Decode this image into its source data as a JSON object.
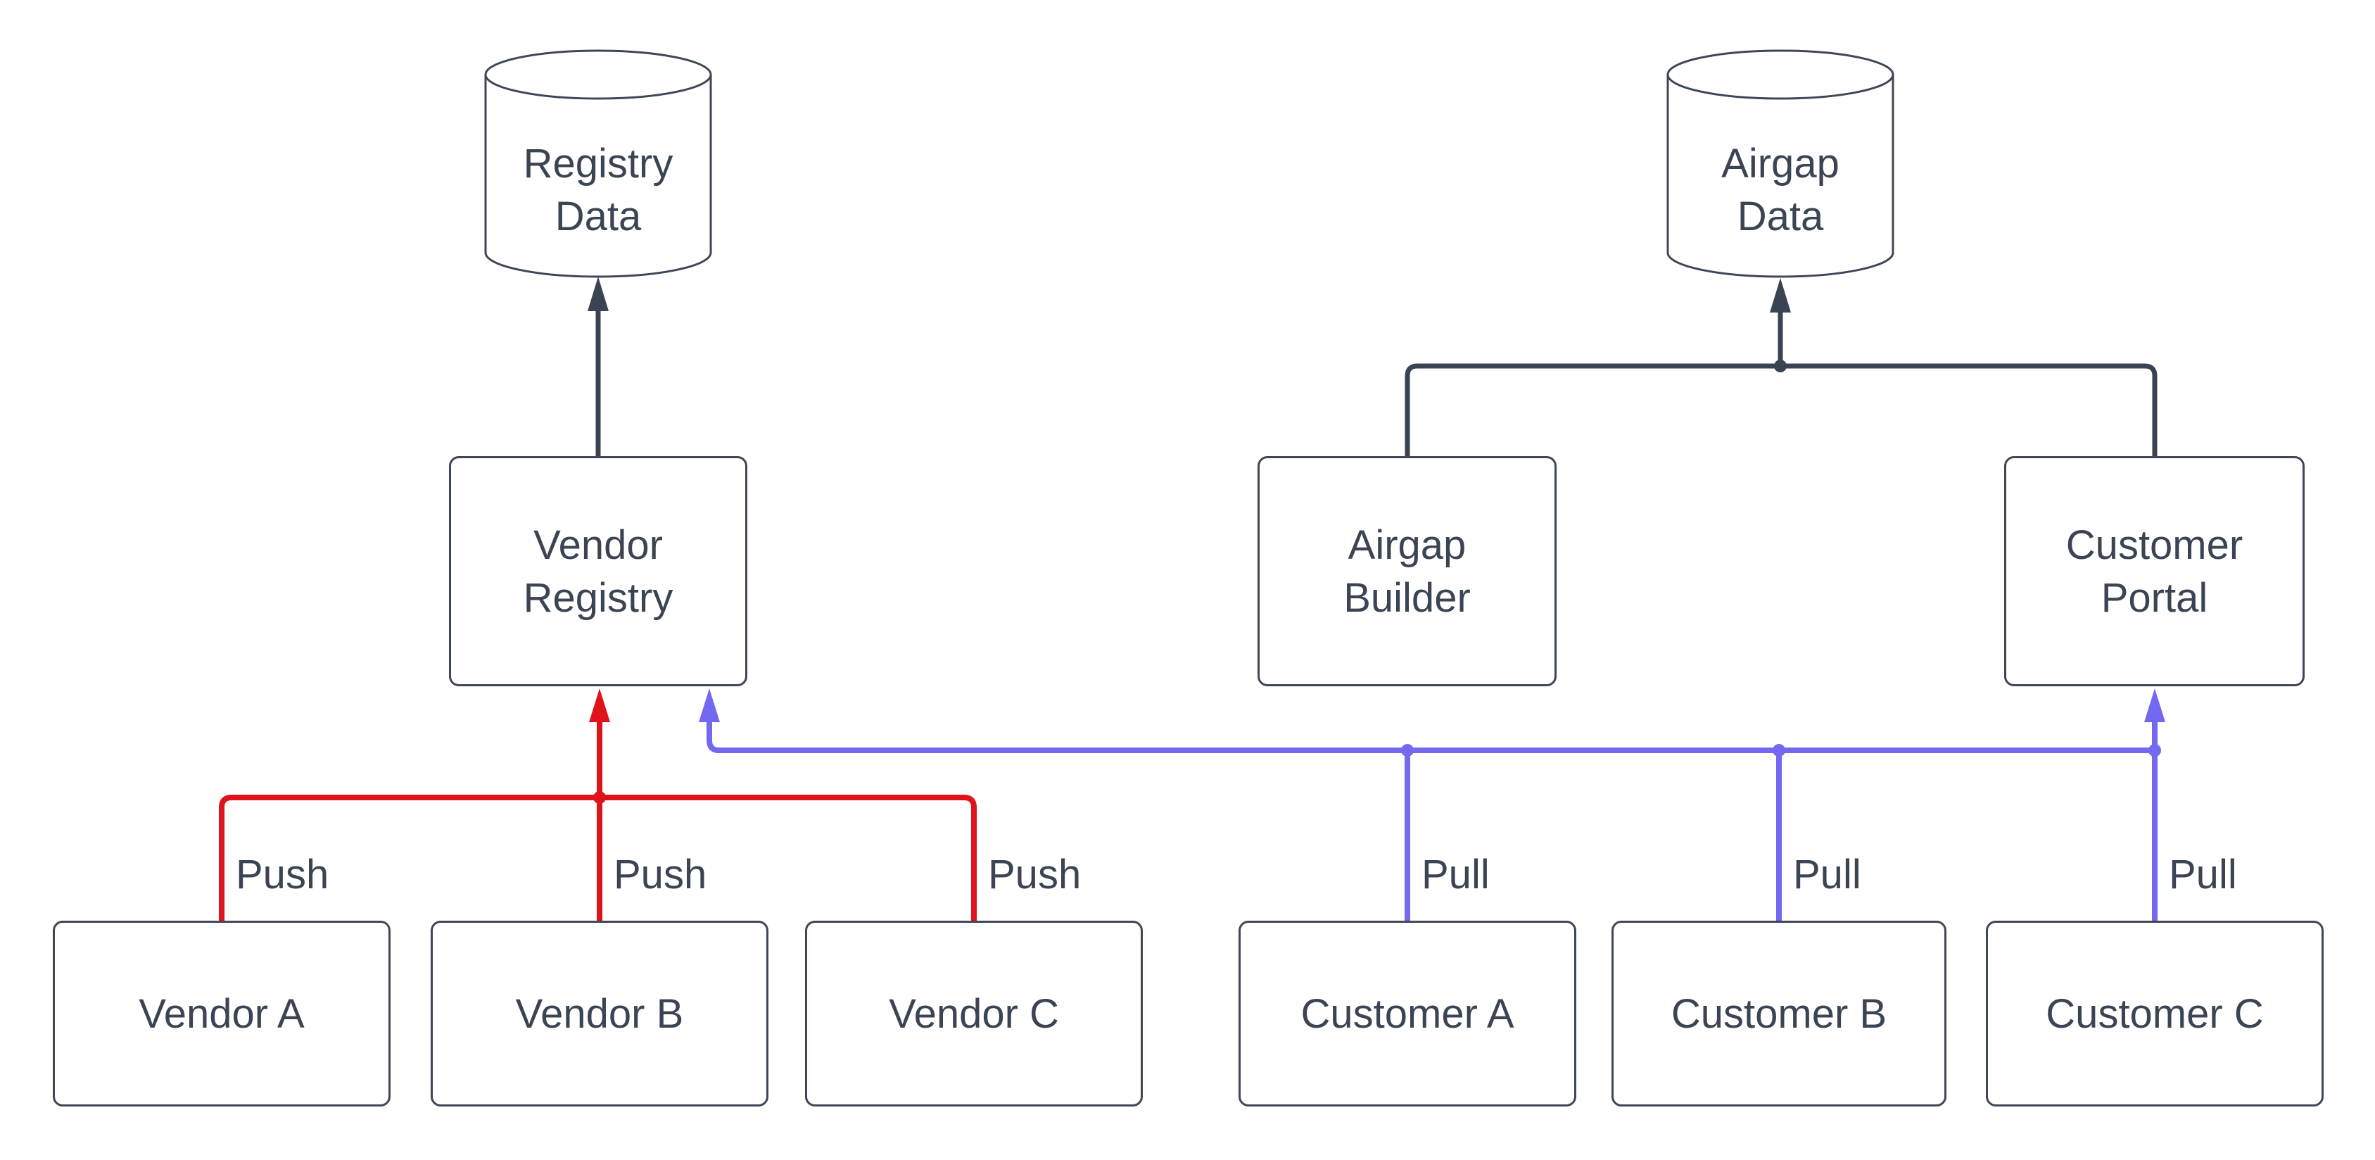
{
  "diagram": {
    "type": "flowchart",
    "background": "#ffffff",
    "colors": {
      "node_border": "#3f4656",
      "node_fill": "#ffffff",
      "text": "#3b4452",
      "flow_dark": "#3a4352",
      "push_red": "#e0131a",
      "pull_blue": "#7368ef"
    },
    "nodes": {
      "registry_data": {
        "label": "Registry\nData",
        "shape": "cylinder"
      },
      "airgap_data": {
        "label": "Airgap\nData",
        "shape": "cylinder"
      },
      "vendor_registry": {
        "label": "Vendor\nRegistry",
        "shape": "rect"
      },
      "airgap_builder": {
        "label": "Airgap\nBuilder",
        "shape": "rect"
      },
      "customer_portal": {
        "label": "Customer\nPortal",
        "shape": "rect"
      },
      "vendor_a": {
        "label": "Vendor A",
        "shape": "rect"
      },
      "vendor_b": {
        "label": "Vendor B",
        "shape": "rect"
      },
      "vendor_c": {
        "label": "Vendor C",
        "shape": "rect"
      },
      "customer_a": {
        "label": "Customer A",
        "shape": "rect"
      },
      "customer_b": {
        "label": "Customer B",
        "shape": "rect"
      },
      "customer_c": {
        "label": "Customer C",
        "shape": "rect"
      }
    },
    "edges": {
      "push_label": "Push",
      "pull_label": "Pull",
      "connections": [
        {
          "from": "vendor_registry",
          "to": "registry_data",
          "color": "dark",
          "label": ""
        },
        {
          "from": "airgap_builder",
          "to": "airgap_data",
          "color": "dark",
          "label": ""
        },
        {
          "from": "customer_portal",
          "to": "airgap_data",
          "color": "dark",
          "label": ""
        },
        {
          "from": "vendor_a",
          "to": "vendor_registry",
          "color": "red",
          "label": "Push"
        },
        {
          "from": "vendor_b",
          "to": "vendor_registry",
          "color": "red",
          "label": "Push"
        },
        {
          "from": "vendor_c",
          "to": "vendor_registry",
          "color": "red",
          "label": "Push"
        },
        {
          "from": "customer_a",
          "to": "vendor_registry",
          "color": "blue",
          "label": "Pull"
        },
        {
          "from": "customer_b",
          "to": "vendor_registry",
          "color": "blue",
          "label": "Pull"
        },
        {
          "from": "customer_c",
          "to": "customer_portal",
          "color": "blue",
          "label": "Pull"
        }
      ]
    }
  }
}
